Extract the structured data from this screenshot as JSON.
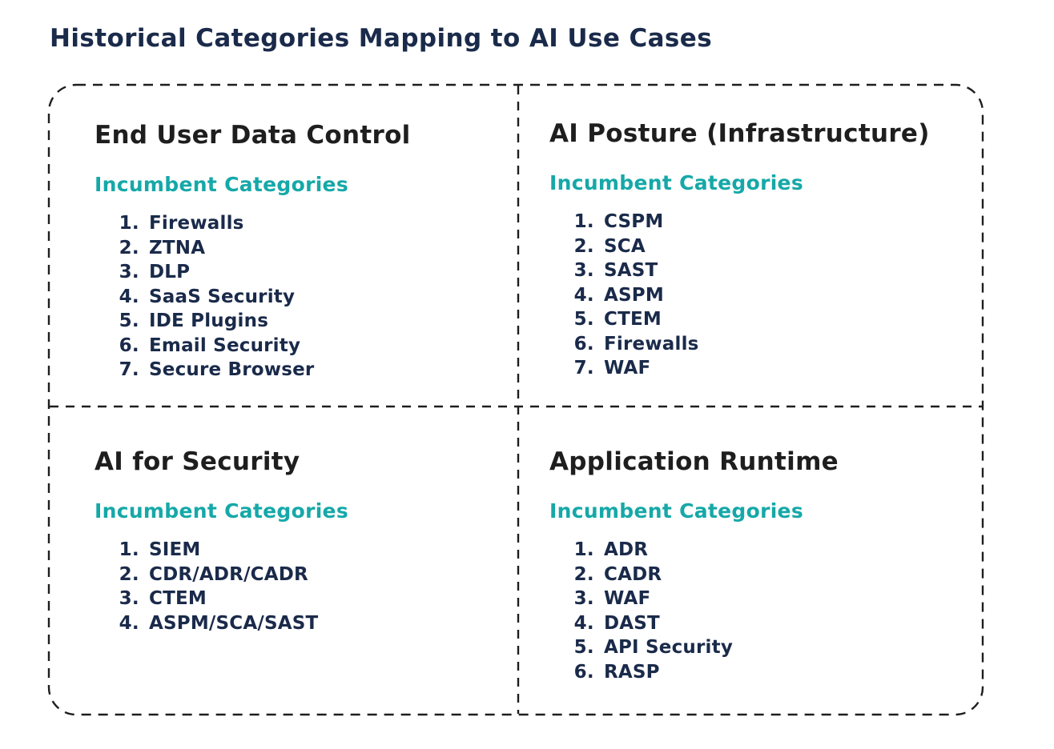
{
  "title": "Historical Categories Mapping to AI Use Cases",
  "colors": {
    "background": "#ffffff",
    "title_and_list_navy": "#1a2a4a",
    "quadrant_heading": "#1e1e1e",
    "accent_teal": "#16a8a8",
    "dashed_border": "#1e1e1e"
  },
  "quadrants": [
    {
      "heading": "End User Data Control",
      "subtitle": "Incumbent Categories",
      "items": [
        "Firewalls",
        "ZTNA",
        "DLP",
        "SaaS Security",
        "IDE Plugins",
        "Email Security",
        "Secure Browser"
      ]
    },
    {
      "heading": "AI Posture (Infrastructure)",
      "subtitle": "Incumbent Categories",
      "items": [
        "CSPM",
        "SCA",
        "SAST",
        "ASPM",
        "CTEM",
        "Firewalls",
        "WAF"
      ]
    },
    {
      "heading": "AI for Security",
      "subtitle": "Incumbent Categories",
      "items": [
        "SIEM",
        "CDR/ADR/CADR",
        "CTEM",
        "ASPM/SCA/SAST"
      ]
    },
    {
      "heading": "Application Runtime",
      "subtitle": "Incumbent Categories",
      "items": [
        "ADR",
        "CADR",
        "WAF",
        "DAST",
        "API Security",
        "RASP"
      ]
    }
  ]
}
